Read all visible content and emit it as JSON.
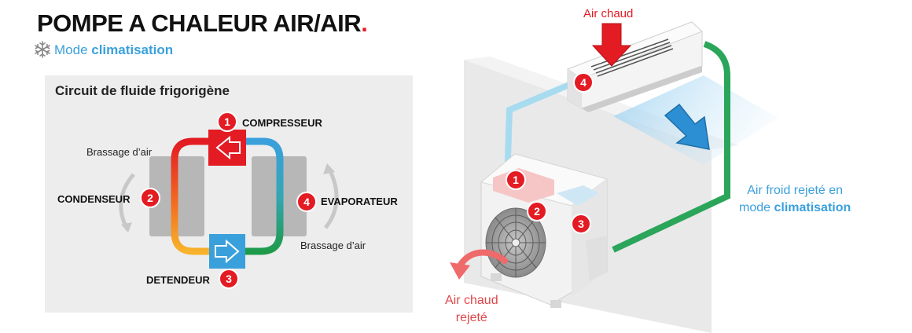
{
  "header": {
    "title": "POMPE A CHALEUR AIR/AIR",
    "title_dot": ".",
    "mode_prefix": "Mode ",
    "mode_bold": "climatisation"
  },
  "circuit": {
    "title": "Circuit de fluide frigorigène",
    "compresseur": "COMPRESSEUR",
    "condenseur": "CONDENSEUR",
    "evaporateur": "EVAPORATEUR",
    "detendeur": "DETENDEUR",
    "brassage_left": "Brassage d’air",
    "brassage_right": "Brassage d’air",
    "num_1": "1",
    "num_2": "2",
    "num_3": "3",
    "num_4": "4"
  },
  "installation": {
    "air_chaud_top": "Air chaud",
    "air_froid_line1": "Air froid rejeté en",
    "air_froid_line2_prefix": "mode ",
    "air_froid_line2_bold": "climatisation",
    "air_chaud_rejete_line1": "Air chaud",
    "air_chaud_rejete_line2": "rejeté",
    "num_1": "1",
    "num_2": "2",
    "num_3": "3",
    "num_4": "4"
  },
  "colors": {
    "red": "#e31b23",
    "blue": "#3aa0dc",
    "green": "#1f9a4a",
    "orange": "#f7a823"
  },
  "icons": [
    "snowflake-icon",
    "arrow-left-icon",
    "arrow-right-icon",
    "fan-icon"
  ]
}
